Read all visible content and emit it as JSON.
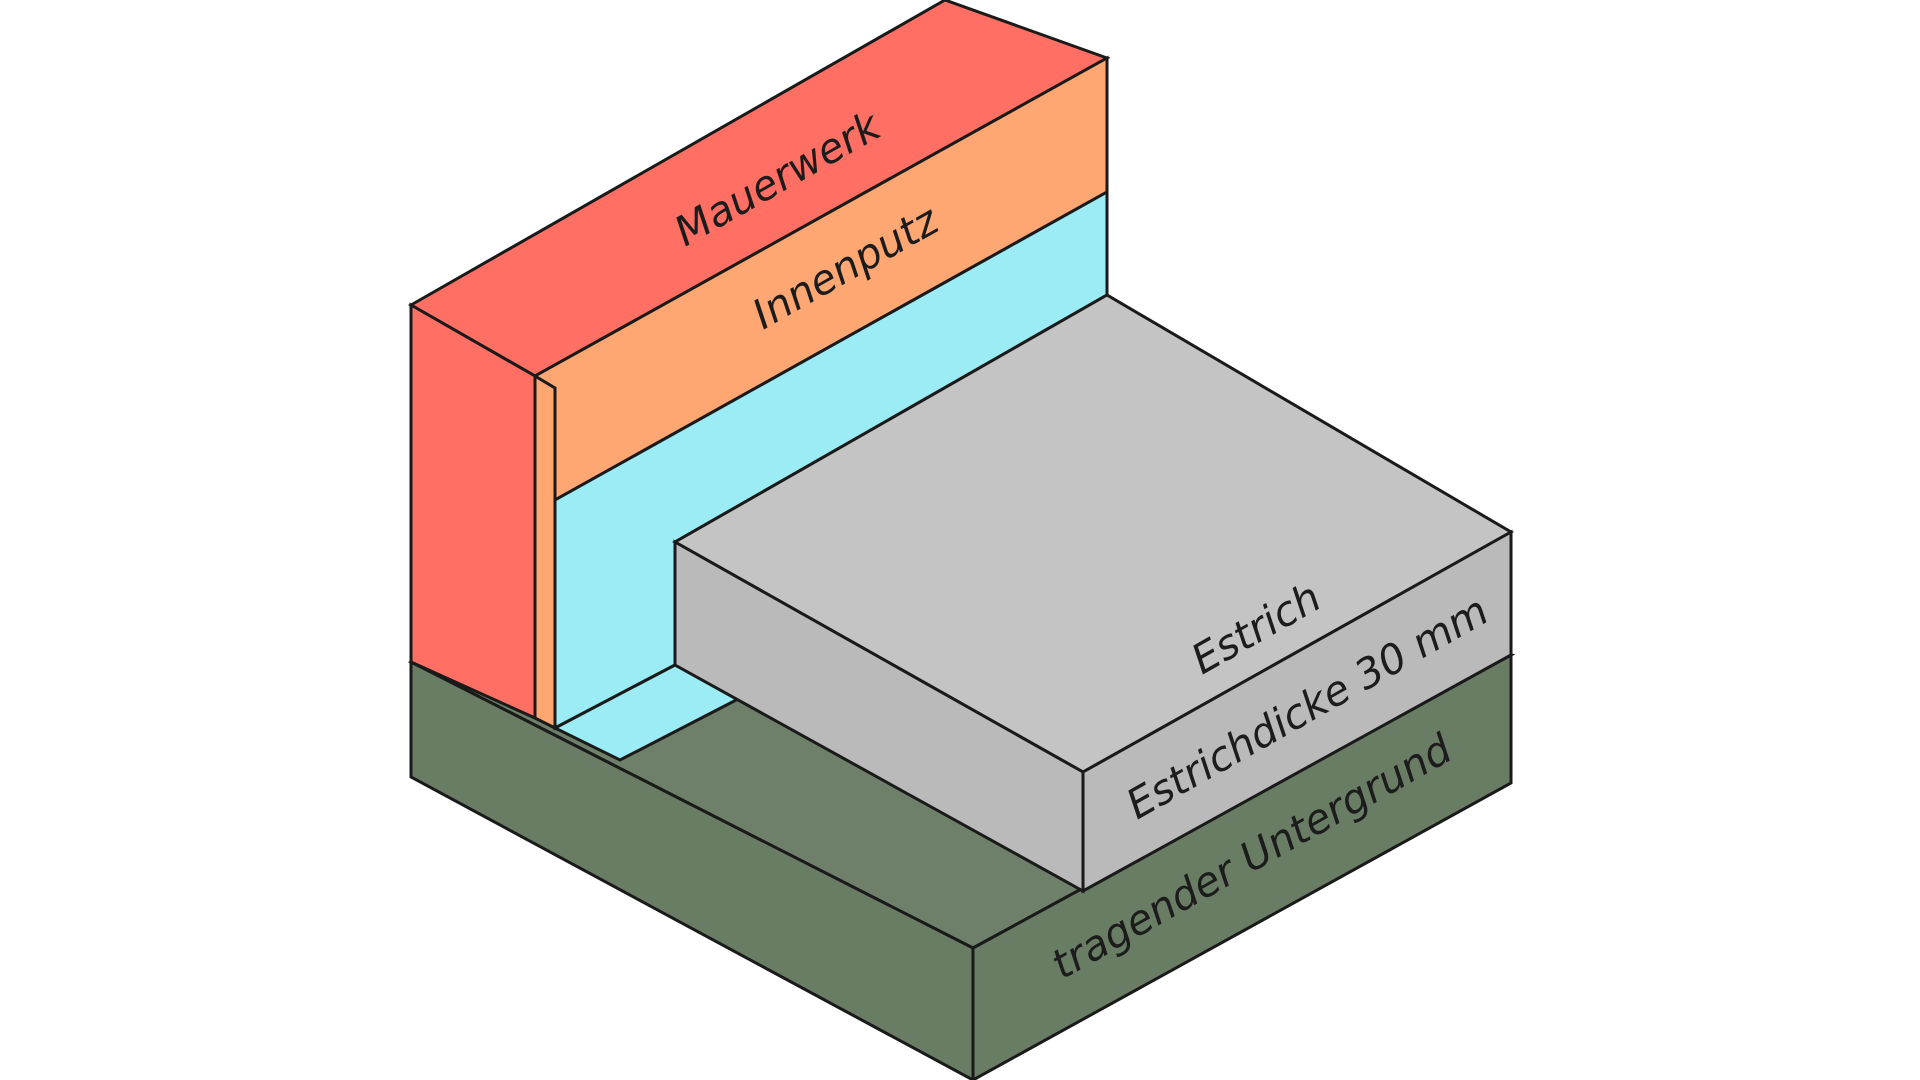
{
  "labels": {
    "masonry": "Mauerwerk",
    "plaster": "Innenputz",
    "screed": "Estrich",
    "screed_thickness": "Estrichdicke 30 mm",
    "substrate": "tragender Untergrund"
  },
  "colors": {
    "masonry": "#ff6f64",
    "plaster": "#ffa772",
    "insulation": "#9cecf6",
    "screed_top": "#c4c4c4",
    "screed_side": "#bababa",
    "substrate_top": "#6e8069",
    "substrate_side": "#697c64",
    "outline": "#1a1a1a"
  }
}
